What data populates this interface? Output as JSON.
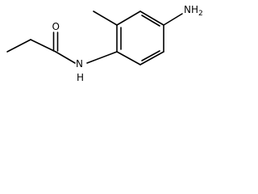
{
  "molecule": {
    "atoms": {
      "oxygen": "O",
      "amide_nitrogen": "N",
      "amide_hydrogen": "H",
      "amine_group": "NH",
      "amine_subscript": "2"
    }
  },
  "colors": {
    "bond": "#000000",
    "text": "#000000",
    "background": "#ffffff"
  }
}
